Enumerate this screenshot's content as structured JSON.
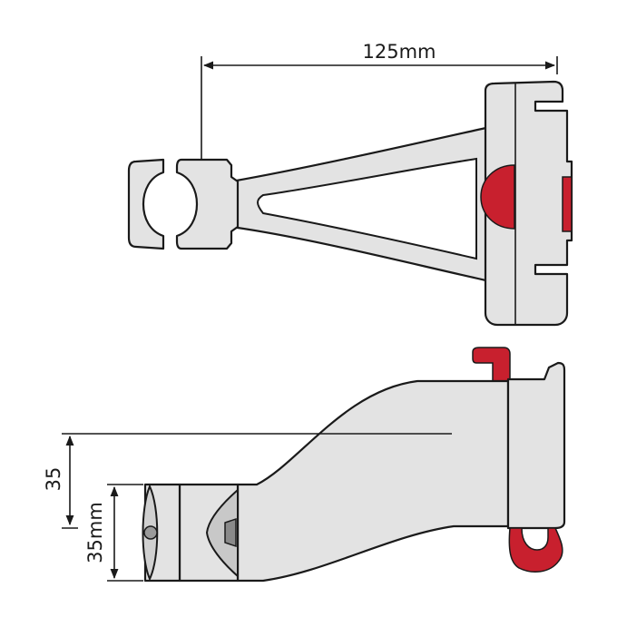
{
  "labels": {
    "width_dimension": "125mm",
    "offset_dimension": "35",
    "diameter_dimension": "35mm"
  },
  "colors": {
    "body": "#e3e3e3",
    "accent": "#c8202e",
    "outline": "#1a1a1a"
  }
}
